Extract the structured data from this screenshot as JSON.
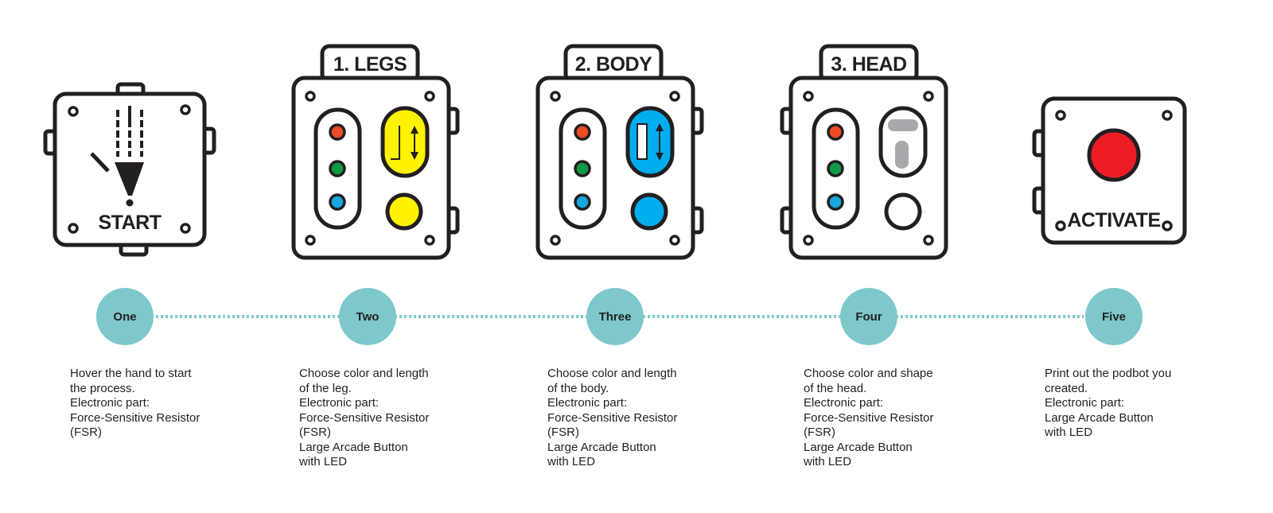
{
  "stations": [
    {
      "box_label": "START"
    },
    {
      "box_label": "1. LEGS"
    },
    {
      "box_label": "2. BODY"
    },
    {
      "box_label": "3. HEAD"
    },
    {
      "box_label": "ACTIVATE"
    }
  ],
  "steps": [
    {
      "label": "One",
      "lines": [
        "Hover the hand to start",
        "the process.",
        "Electronic part:",
        "Force-Sensitive Resistor",
        "(FSR)"
      ]
    },
    {
      "label": "Two",
      "lines": [
        "Choose color and length",
        "of the leg.",
        "Electronic part:",
        "Force-Sensitive Resistor",
        "(FSR)",
        "Large Arcade Button",
        "with LED"
      ]
    },
    {
      "label": "Three",
      "lines": [
        "Choose color and length",
        "of the body.",
        "Electronic part:",
        "Force-Sensitive Resistor",
        "(FSR)",
        "Large Arcade Button",
        "with LED"
      ]
    },
    {
      "label": "Four",
      "lines": [
        "Choose color and shape",
        "of the head.",
        "Electronic part:",
        "Force-Sensitive Resistor",
        "(FSR)",
        "Large Arcade Button",
        "with LED"
      ]
    },
    {
      "label": "Five",
      "lines": [
        "Print out the podbot you",
        "created.",
        "Electronic part:",
        "Large Arcade Button",
        "with LED"
      ]
    }
  ],
  "colors": {
    "outline": "#231f20",
    "timeline": "#7ec8cc",
    "led_red": "#ef4b24",
    "led_green": "#0d9a48",
    "led_blue": "#16a6e0",
    "legs_yellow": "#fff200",
    "body_blue": "#00aeef",
    "head_gray": "#a7a9ac",
    "activate_red": "#ed1c24"
  }
}
